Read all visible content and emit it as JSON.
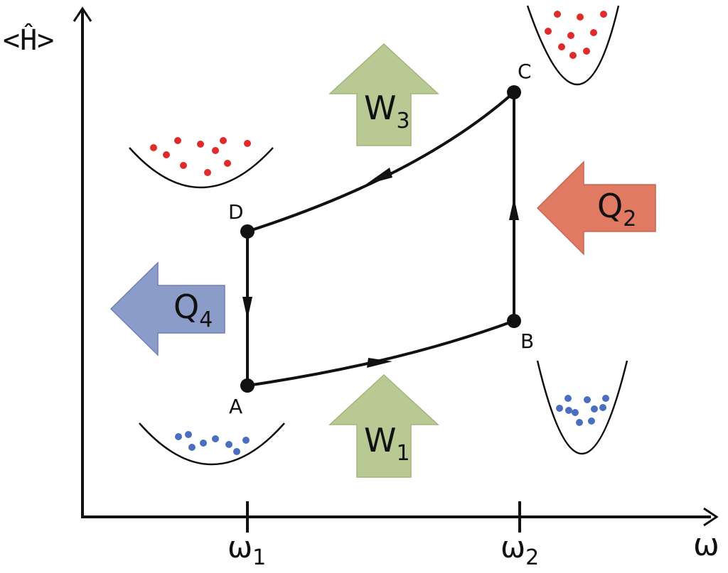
{
  "axes": {
    "y_label": "<Ĥ>",
    "x_label": "ω",
    "x_ticks": [
      {
        "base": "ω",
        "sub": "1"
      },
      {
        "base": "ω",
        "sub": "2"
      }
    ]
  },
  "points": {
    "A": "A",
    "B": "B",
    "C": "C",
    "D": "D"
  },
  "arrows": {
    "w1": {
      "base": "W",
      "sub": "1"
    },
    "w3": {
      "base": "W",
      "sub": "3"
    },
    "q2": {
      "base": "Q",
      "sub": "2"
    },
    "q4": {
      "base": "Q",
      "sub": "4"
    }
  },
  "colors": {
    "work": "#b9c994",
    "heat_in": "#e07a62",
    "heat_out": "#8b9cc9",
    "particle_hot": "#e02b2b",
    "particle_cold": "#4a6fc0",
    "line": "#111111"
  }
}
